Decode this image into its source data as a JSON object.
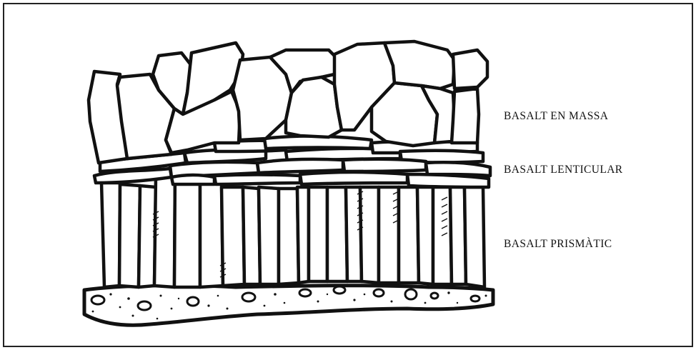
{
  "labels": {
    "massive": "BASALT EN MASSA",
    "lenticular": "BASALT LENTICULAR",
    "prismatic": "BASALT PRISMÀTIC"
  },
  "colors": {
    "ink": "#111111",
    "paper": "#ffffff"
  }
}
